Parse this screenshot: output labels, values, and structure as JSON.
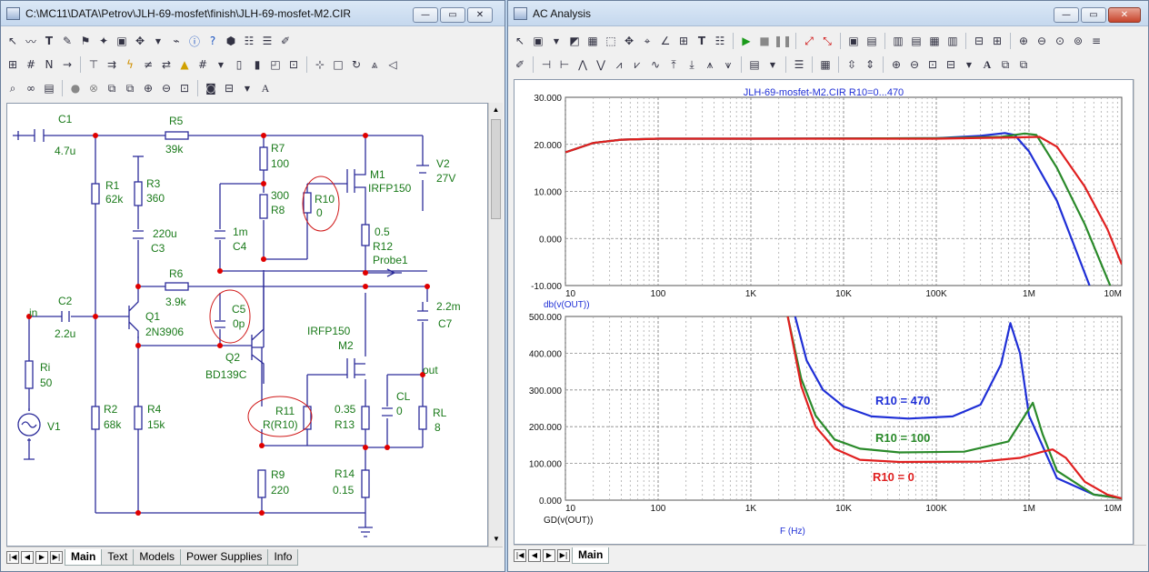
{
  "schematic": {
    "title": "C:\\MC11\\DATA\\Petrov\\JLH-69-mosfet\\finish\\JLH-69-mosfet-M2.CIR",
    "tabs": [
      "Main",
      "Text",
      "Models",
      "Power Supplies",
      "Info"
    ],
    "labels": {
      "c1": "C1",
      "c1v": "4.7u",
      "r5": "R5",
      "r5v": "39k",
      "r1": "R1",
      "r1v": "62k",
      "r3": "R3",
      "r3v": "360",
      "c3v": "220u",
      "c3": "C3",
      "r7": "R7",
      "r7v": "100",
      "r8v": "300",
      "r8": "R8",
      "c4v": "1m",
      "c4": "C4",
      "r10": "R10",
      "r10v": "0",
      "m1": "M1",
      "m1v": "IRFP150",
      "v2": "V2",
      "v2v": "27V",
      "r12v": "0.5",
      "r12": "R12",
      "probe": "Probe1",
      "r6": "R6",
      "r6v": "3.9k",
      "c2": "C2",
      "c2v": "2.2u",
      "in": "in",
      "q1": "Q1",
      "q1v": "2N3906",
      "c5": "C5",
      "c5v": "0p",
      "q2": "Q2",
      "q2v": "BD139C",
      "m2v": "IRFP150",
      "m2": "M2",
      "c7v": "2.2m",
      "c7": "C7",
      "out": "out",
      "ri": "Ri",
      "riv": "50",
      "v1": "V1",
      "r2": "R2",
      "r2v": "68k",
      "r4": "R4",
      "r4v": "15k",
      "r11": "R11",
      "r11v": "R(R10)",
      "r13v": "0.35",
      "r13": "R13",
      "cl": "CL",
      "clv": "0",
      "rl": "RL",
      "rlv": "8",
      "r9": "R9",
      "r9v": "220",
      "r14": "R14",
      "r14v": "0.15"
    }
  },
  "analysis": {
    "title": "AC Analysis",
    "tabs": [
      "Main"
    ],
    "plot_title": "JLH-69-mosfet-M2.CIR R10=0...470",
    "top_ylabel": "db(v(OUT))",
    "bottom_ylabel": "GD(v(OUT))",
    "xlabel": "F (Hz)",
    "legend": [
      {
        "text": "R10 = 470",
        "color": "#1f2fd6"
      },
      {
        "text": "R10 = 100",
        "color": "#2a8a2a"
      },
      {
        "text": "R10 = 0",
        "color": "#e02020"
      }
    ]
  },
  "chart_data": [
    {
      "type": "line",
      "x_scale": "log",
      "xlim": [
        10,
        10000000
      ],
      "ylim": [
        -10,
        30
      ],
      "ylabel": "db(v(OUT))",
      "x_ticks": [
        "10",
        "100",
        "1K",
        "10K",
        "100K",
        "1M",
        "10M"
      ],
      "y_ticks": [
        "30.000",
        "20.000",
        "10.000",
        "0.000",
        "-10.000"
      ],
      "grid": true,
      "series": [
        {
          "name": "R10 = 470",
          "color": "#1f2fd6",
          "points": [
            [
              10,
              18.3
            ],
            [
              20,
              20.3
            ],
            [
              40,
              21.0
            ],
            [
              100,
              21.2
            ],
            [
              1000,
              21.2
            ],
            [
              100000,
              21.3
            ],
            [
              300000,
              21.8
            ],
            [
              550000,
              22.4
            ],
            [
              700000,
              22.0
            ],
            [
              1000000,
              18.5
            ],
            [
              2000000,
              8.0
            ],
            [
              4500000,
              -10
            ]
          ]
        },
        {
          "name": "R10 = 100",
          "color": "#2a8a2a",
          "points": [
            [
              10,
              18.3
            ],
            [
              20,
              20.3
            ],
            [
              40,
              21.0
            ],
            [
              100,
              21.2
            ],
            [
              1000,
              21.2
            ],
            [
              100000,
              21.3
            ],
            [
              500000,
              21.6
            ],
            [
              900000,
              22.3
            ],
            [
              1200000,
              22.0
            ],
            [
              2000000,
              15.0
            ],
            [
              4000000,
              3.0
            ],
            [
              7500000,
              -10
            ]
          ]
        },
        {
          "name": "R10 = 0",
          "color": "#e02020",
          "points": [
            [
              10,
              18.3
            ],
            [
              20,
              20.3
            ],
            [
              40,
              21.0
            ],
            [
              100,
              21.2
            ],
            [
              1000,
              21.2
            ],
            [
              100000,
              21.2
            ],
            [
              800000,
              21.5
            ],
            [
              1300000,
              21.6
            ],
            [
              2000000,
              19.5
            ],
            [
              4000000,
              11.0
            ],
            [
              7000000,
              2.0
            ],
            [
              10000000,
              -5.5
            ]
          ]
        }
      ]
    },
    {
      "type": "line",
      "x_scale": "log",
      "xlim": [
        10,
        10000000
      ],
      "ylim": [
        0,
        500
      ],
      "xlabel": "F (Hz)",
      "ylabel": "GD(v(OUT))",
      "x_ticks": [
        "10",
        "100",
        "1K",
        "10K",
        "100K",
        "1M",
        "10M"
      ],
      "y_ticks": [
        "500.000",
        "400.000",
        "300.000",
        "200.000",
        "100.000",
        "0.000"
      ],
      "grid": true,
      "series": [
        {
          "name": "R10 = 470",
          "color": "#1f2fd6",
          "points": [
            [
              3000,
              500
            ],
            [
              4000,
              380
            ],
            [
              6000,
              300
            ],
            [
              10000,
              255
            ],
            [
              20000,
              228
            ],
            [
              50000,
              222
            ],
            [
              150000,
              228
            ],
            [
              300000,
              260
            ],
            [
              500000,
              370
            ],
            [
              630000,
              482
            ],
            [
              800000,
              400
            ],
            [
              1000000,
              230
            ],
            [
              2000000,
              60
            ],
            [
              5000000,
              15
            ],
            [
              10000000,
              5
            ]
          ]
        },
        {
          "name": "R10 = 100",
          "color": "#2a8a2a",
          "points": [
            [
              2500,
              500
            ],
            [
              3500,
              330
            ],
            [
              5000,
              230
            ],
            [
              8000,
              165
            ],
            [
              15000,
              140
            ],
            [
              40000,
              130
            ],
            [
              200000,
              132
            ],
            [
              600000,
              160
            ],
            [
              900000,
              230
            ],
            [
              1100000,
              265
            ],
            [
              1400000,
              180
            ],
            [
              2000000,
              80
            ],
            [
              5000000,
              15
            ],
            [
              10000000,
              5
            ]
          ]
        },
        {
          "name": "R10 = 0",
          "color": "#e02020",
          "points": [
            [
              2500,
              500
            ],
            [
              3500,
              310
            ],
            [
              5000,
              200
            ],
            [
              8000,
              140
            ],
            [
              15000,
              110
            ],
            [
              40000,
              104
            ],
            [
              300000,
              105
            ],
            [
              800000,
              115
            ],
            [
              1400000,
              132
            ],
            [
              1800000,
              138
            ],
            [
              2500000,
              115
            ],
            [
              4000000,
              50
            ],
            [
              7000000,
              15
            ],
            [
              10000000,
              5
            ]
          ]
        }
      ]
    }
  ]
}
